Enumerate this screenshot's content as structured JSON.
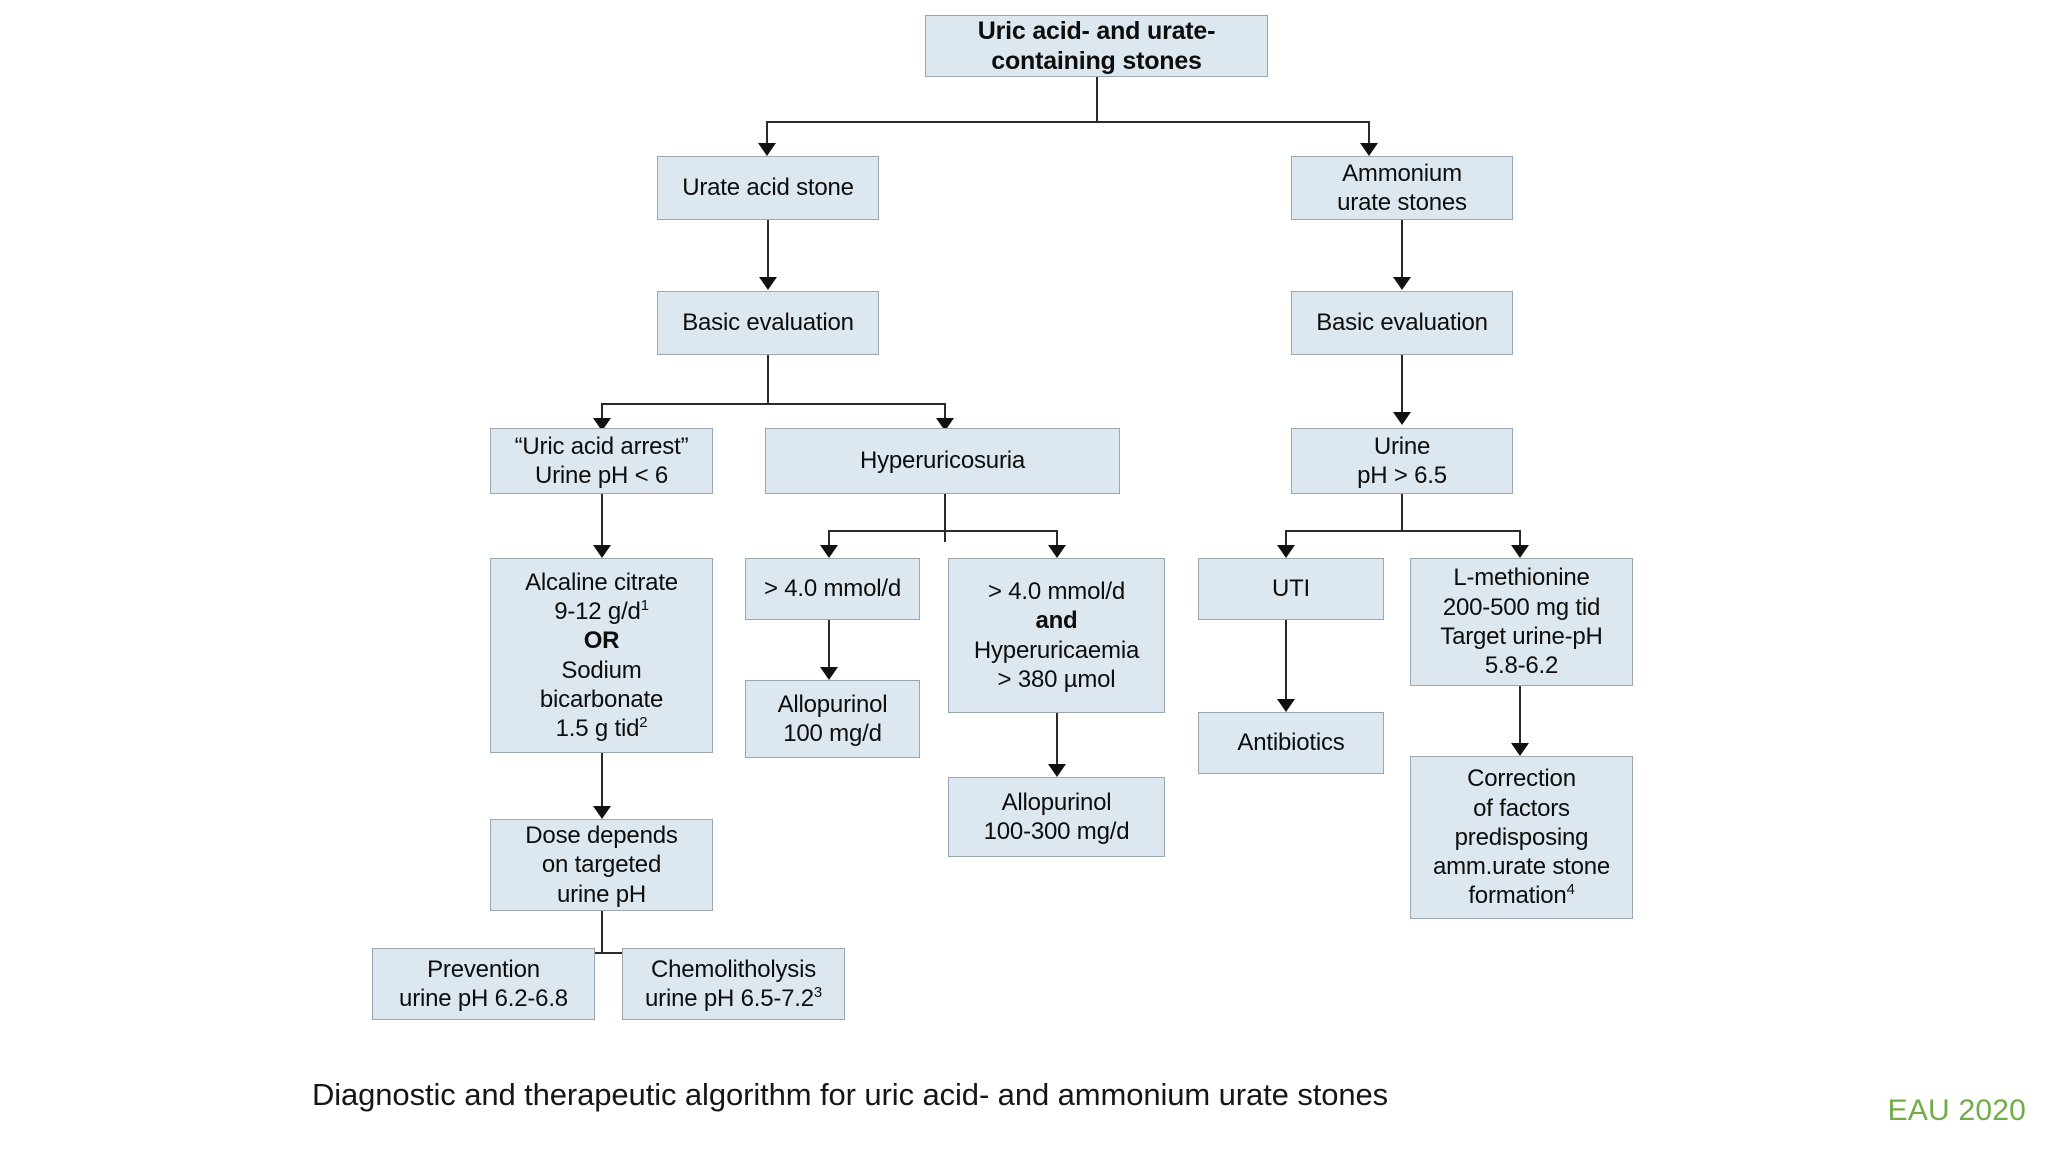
{
  "title": "Uric acid- and urate-containing stones",
  "caption": "Diagnostic and therapeutic algorithm for uric acid- and ammonium urate stones",
  "source_label": "EAU 2020",
  "colors": {
    "node_fill": "#dce7ef",
    "node_border": "#9aa7b0",
    "connector": "#2b2b2b",
    "text": "#0d0d0d",
    "source_green": "#70ad47",
    "background": "#ffffff"
  },
  "nodes": {
    "root": {
      "line1": "Uric acid- and urate-",
      "line2": "containing stones"
    },
    "uric_acid_stone": {
      "line1": "Urate acid stone"
    },
    "ammonium_urate_stones": {
      "line1": "Ammonium",
      "line2": "urate stones"
    },
    "basic_eval_left": {
      "line1": "Basic evaluation"
    },
    "basic_eval_right": {
      "line1": "Basic evaluation"
    },
    "uric_acid_arrest": {
      "line1": "“Uric acid arrest”",
      "line2": "Urine pH < 6"
    },
    "hyperuricosuria": {
      "line1": "Hyperuricosuria"
    },
    "urine_ph": {
      "line1": "Urine",
      "line2": "pH > 6.5"
    },
    "alcaline_citrate": {
      "line1": "Alcaline citrate",
      "line2": "9-12 g/d",
      "line2_sup": "1",
      "line3": "OR",
      "line4": "Sodium",
      "line5": "bicarbonate",
      "line6": "1.5 g tid",
      "line6_sup": "2"
    },
    "mmol_only": {
      "line1": "> 4.0 mmol/d"
    },
    "allopurinol_100": {
      "line1": "Allopurinol",
      "line2": "100 mg/d"
    },
    "mmol_and_hyperuricaemia": {
      "line1": "> 4.0 mmol/d",
      "line2": "and",
      "line3": "Hyperuricaemia",
      "line4": "> 380 µmol"
    },
    "allopurinol_100_300": {
      "line1": "Allopurinol",
      "line2": "100-300 mg/d"
    },
    "uti": {
      "line1": "UTI"
    },
    "antibiotics": {
      "line1": "Antibiotics"
    },
    "l_methionine": {
      "line1": "L-methionine",
      "line2": "200-500 mg tid",
      "line3": "Target urine-pH",
      "line4": "5.8-6.2"
    },
    "correction_factors": {
      "line1": "Correction",
      "line2": "of factors",
      "line3": "predisposing",
      "line4": "amm.urate stone",
      "line5": "formation",
      "line5_sup": "4"
    },
    "dose_depends": {
      "line1": "Dose depends",
      "line2": "on targeted",
      "line3": "urine pH"
    },
    "prevention": {
      "line1": "Prevention",
      "line2": "urine pH 6.2-6.8"
    },
    "chemolitholysis": {
      "line1": "Chemolitholysis",
      "line2": "urine pH 6.5-7.2",
      "line2_sup": "3"
    }
  }
}
